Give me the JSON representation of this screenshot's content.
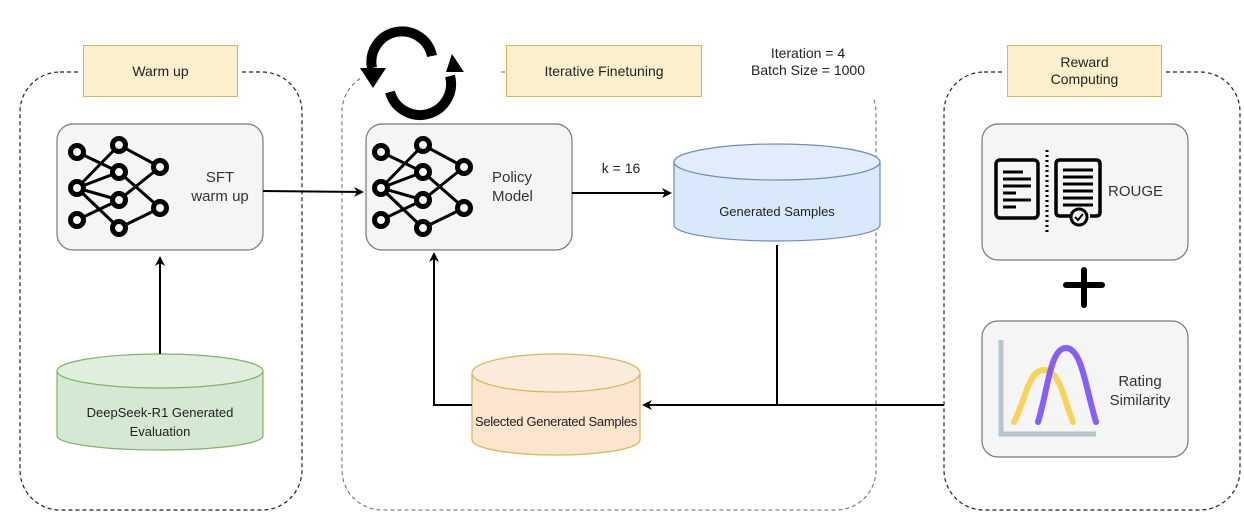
{
  "sections": {
    "warmup": {
      "title": "Warm up"
    },
    "iterative": {
      "title": "Iterative Finetuning",
      "params": [
        "Iteration = 4",
        "Batch Size = 1000"
      ]
    },
    "reward": {
      "title_lines": [
        "Reward",
        "Computing"
      ]
    }
  },
  "nodes": {
    "sft": {
      "lines": [
        "SFT",
        "warm up"
      ],
      "icon": "neural-network-icon"
    },
    "policy": {
      "lines": [
        "Policy",
        "Model"
      ],
      "icon": "neural-network-icon"
    },
    "deepseek_db": {
      "lines": [
        "DeepSeek-R1 Generated",
        "Evaluation"
      ],
      "color": "#d5e8d4"
    },
    "generated_db": {
      "label": "Generated Samples",
      "color": "#dae8fc"
    },
    "selected_db": {
      "label": "Selected Generated Samples",
      "color": "#ffe6cc"
    },
    "rouge": {
      "label": "ROUGE",
      "icon": "document-compare-icon"
    },
    "rating": {
      "lines": [
        "Rating",
        "Similarity"
      ],
      "icon": "distribution-curves-icon"
    }
  },
  "edges": {
    "k_label": "k = 16",
    "plus": "+"
  },
  "icons": {
    "loop": "refresh-cycle-icon"
  },
  "colors": {
    "tag_fill": "#fcf0cc",
    "tag_border": "#d6b656",
    "card_fill": "#f5f5f5",
    "curve_yellow": "#f7cf47",
    "curve_purple": "#7a4dff"
  }
}
